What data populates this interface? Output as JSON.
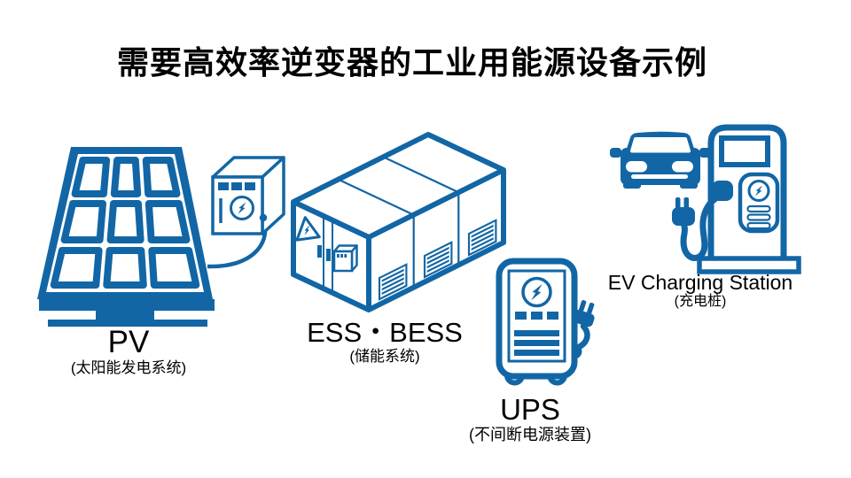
{
  "title": "需要高效率逆变器的工业用能源设备示例",
  "colors": {
    "accent": "#1266a5",
    "text": "#000000",
    "background": "#ffffff"
  },
  "items": [
    {
      "id": "pv",
      "label": "PV",
      "sublabel": "(太阳能发电系统)",
      "icon": "solar-panel-with-inverter-icon"
    },
    {
      "id": "ess-bess",
      "label": "ESS・BESS",
      "sublabel": "(储能系统)",
      "icon": "battery-container-icon"
    },
    {
      "id": "ups",
      "label": "UPS",
      "sublabel": "(不间断电源装置)",
      "icon": "ups-tower-icon"
    },
    {
      "id": "ev",
      "label": "EV Charging Station",
      "sublabel": "(充电桩)",
      "icon": "ev-charger-with-car-icon"
    }
  ]
}
